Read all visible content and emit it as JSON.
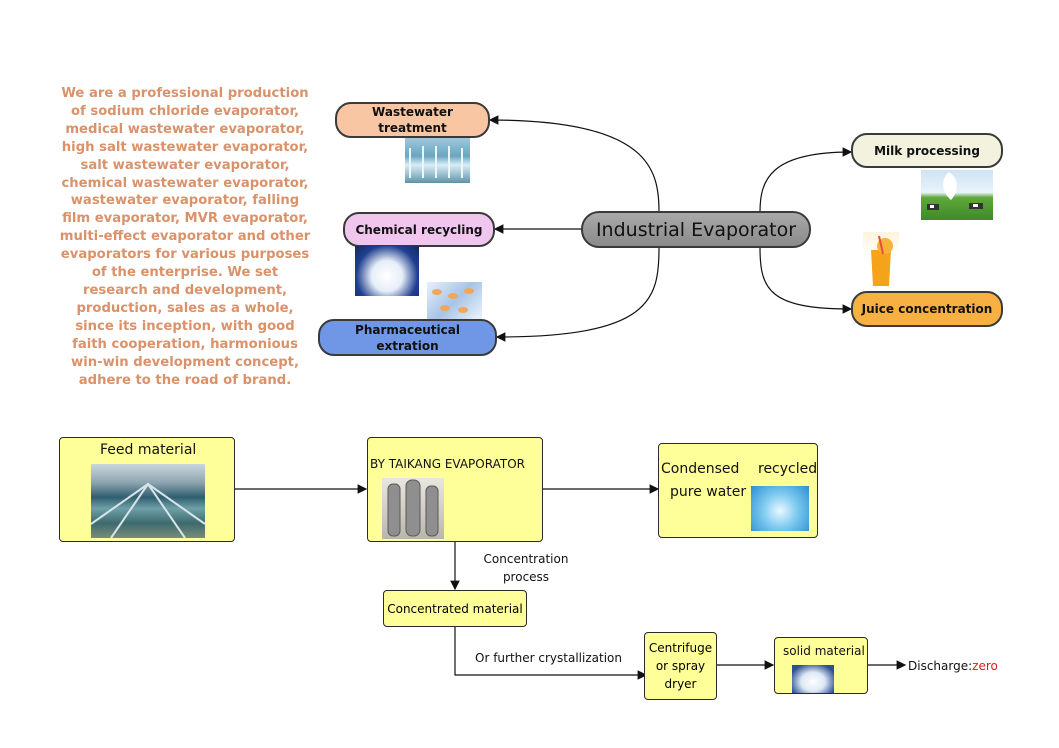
{
  "intro_text": "We are a professional production of sodium chloride evaporator, medical wastewater evaporator, high salt wastewater evaporator, salt wastewater evaporator, chemical wastewater evaporator, wastewater evaporator, falling film evaporator, MVR evaporator, multi-effect evaporator and other evaporators for various purposes of the enterprise. We set research and development, production, sales as a whole, since its inception, with good faith cooperation, harmonious win-win development concept, adhere to the road of brand.",
  "mindmap": {
    "center": "Industrial Evaporator",
    "left": [
      {
        "label": "Wastewater treatment",
        "color": "#f9c6a3",
        "icon": "wastewater-pool-photo"
      },
      {
        "label": "Chemical recycling",
        "color": "#f0c6ee",
        "icon": "salt-crystals-photo"
      },
      {
        "label": "Pharmaceutical extration",
        "color": "#6f97e6",
        "icon": "pills-photo"
      }
    ],
    "right": [
      {
        "label": "Milk processing",
        "color": "#f2f2df",
        "icon": "milk-cows-photo"
      },
      {
        "label": "Juice concentration",
        "color": "#f7b142",
        "icon": "orange-juice-photo"
      }
    ]
  },
  "flow": {
    "feed": {
      "label": "Feed material",
      "icon": "water-treatment-plant-photo"
    },
    "evaporator": {
      "label": "BY TAIKANG EVAPORATOR",
      "icon": "evaporator-equipment-photo"
    },
    "condensed": {
      "label_left": "Condensed",
      "label_right": "recycled",
      "label_line2": "pure water",
      "icon": "water-splash-photo"
    },
    "concentration_label": "Concentration process",
    "concentrated": {
      "label": "Concentrated material"
    },
    "crystallization_label": "Or further crystallization",
    "centrifuge": {
      "label": "Centrifuge or spray dryer"
    },
    "solid": {
      "label": "solid material",
      "icon": "salt-pile-photo"
    },
    "discharge": {
      "prefix": "Discharge:",
      "value": "zero",
      "value_color": "#d62020"
    }
  },
  "colors": {
    "flow_box": "#ffff99",
    "intro_text": "#d9926a",
    "center_node": "#9a9a9a"
  }
}
